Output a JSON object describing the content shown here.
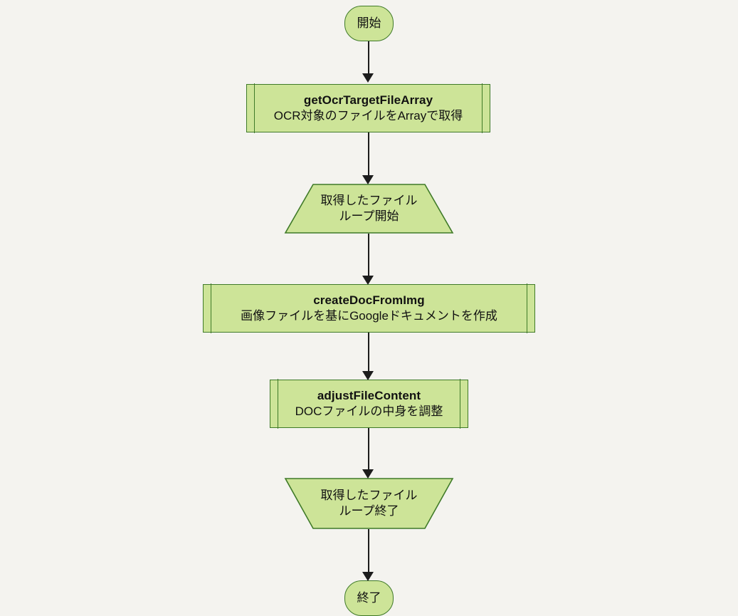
{
  "diagram": {
    "title": "OCR processing flowchart",
    "background_color": "#f4f3ef",
    "node_fill_color": "#cde498",
    "node_border_color": "#3f7a28",
    "connector_color": "#1c1c1c",
    "text_color": "#111111",
    "nodes": [
      {
        "id": "start",
        "type": "terminator",
        "label": "開始"
      },
      {
        "id": "get-ocr-target-file-array",
        "type": "subroutine",
        "function_name": "getOcrTargetFileArray",
        "description": "OCR対象のファイルをArrayで取得"
      },
      {
        "id": "loop-start",
        "type": "loop-start",
        "line1": "取得したファイル",
        "line2": "ループ開始"
      },
      {
        "id": "create-doc-from-img",
        "type": "subroutine",
        "function_name": "createDocFromImg",
        "description": "画像ファイルを基にGoogleドキュメントを作成"
      },
      {
        "id": "adjust-file-content",
        "type": "subroutine",
        "function_name": "adjustFileContent",
        "description": "DOCファイルの中身を調整"
      },
      {
        "id": "loop-end",
        "type": "loop-end",
        "line1": "取得したファイル",
        "line2": "ループ終了"
      },
      {
        "id": "end",
        "type": "terminator",
        "label": "終了"
      }
    ]
  }
}
